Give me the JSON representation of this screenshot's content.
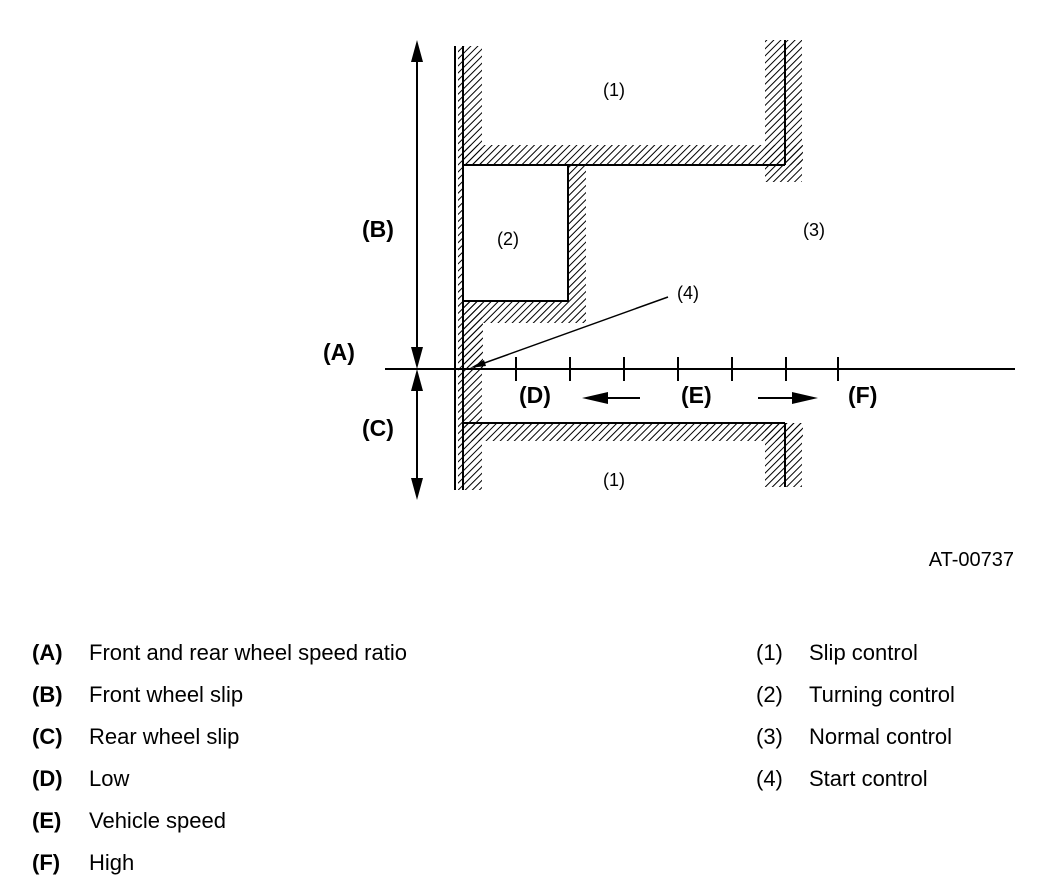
{
  "diagram": {
    "region_labels": {
      "slip_top": "(1)",
      "turning": "(2)",
      "normal": "(3)",
      "start": "(4)",
      "slip_bottom": "(1)"
    },
    "axis_labels": {
      "A": "(A)",
      "B": "(B)",
      "C": "(C)",
      "D": "(D)",
      "E": "(E)",
      "F": "(F)"
    },
    "figure_code": "AT-00737"
  },
  "legend": {
    "left": [
      {
        "key": "(A)",
        "text": "Front and rear wheel speed ratio"
      },
      {
        "key": "(B)",
        "text": "Front wheel slip"
      },
      {
        "key": "(C)",
        "text": "Rear wheel slip"
      },
      {
        "key": "(D)",
        "text": "Low"
      },
      {
        "key": "(E)",
        "text": "Vehicle speed"
      },
      {
        "key": "(F)",
        "text": "High"
      }
    ],
    "right": [
      {
        "key": "(1)",
        "text": "Slip control"
      },
      {
        "key": "(2)",
        "text": "Turning control"
      },
      {
        "key": "(3)",
        "text": "Normal control"
      },
      {
        "key": "(4)",
        "text": "Start control"
      }
    ]
  }
}
